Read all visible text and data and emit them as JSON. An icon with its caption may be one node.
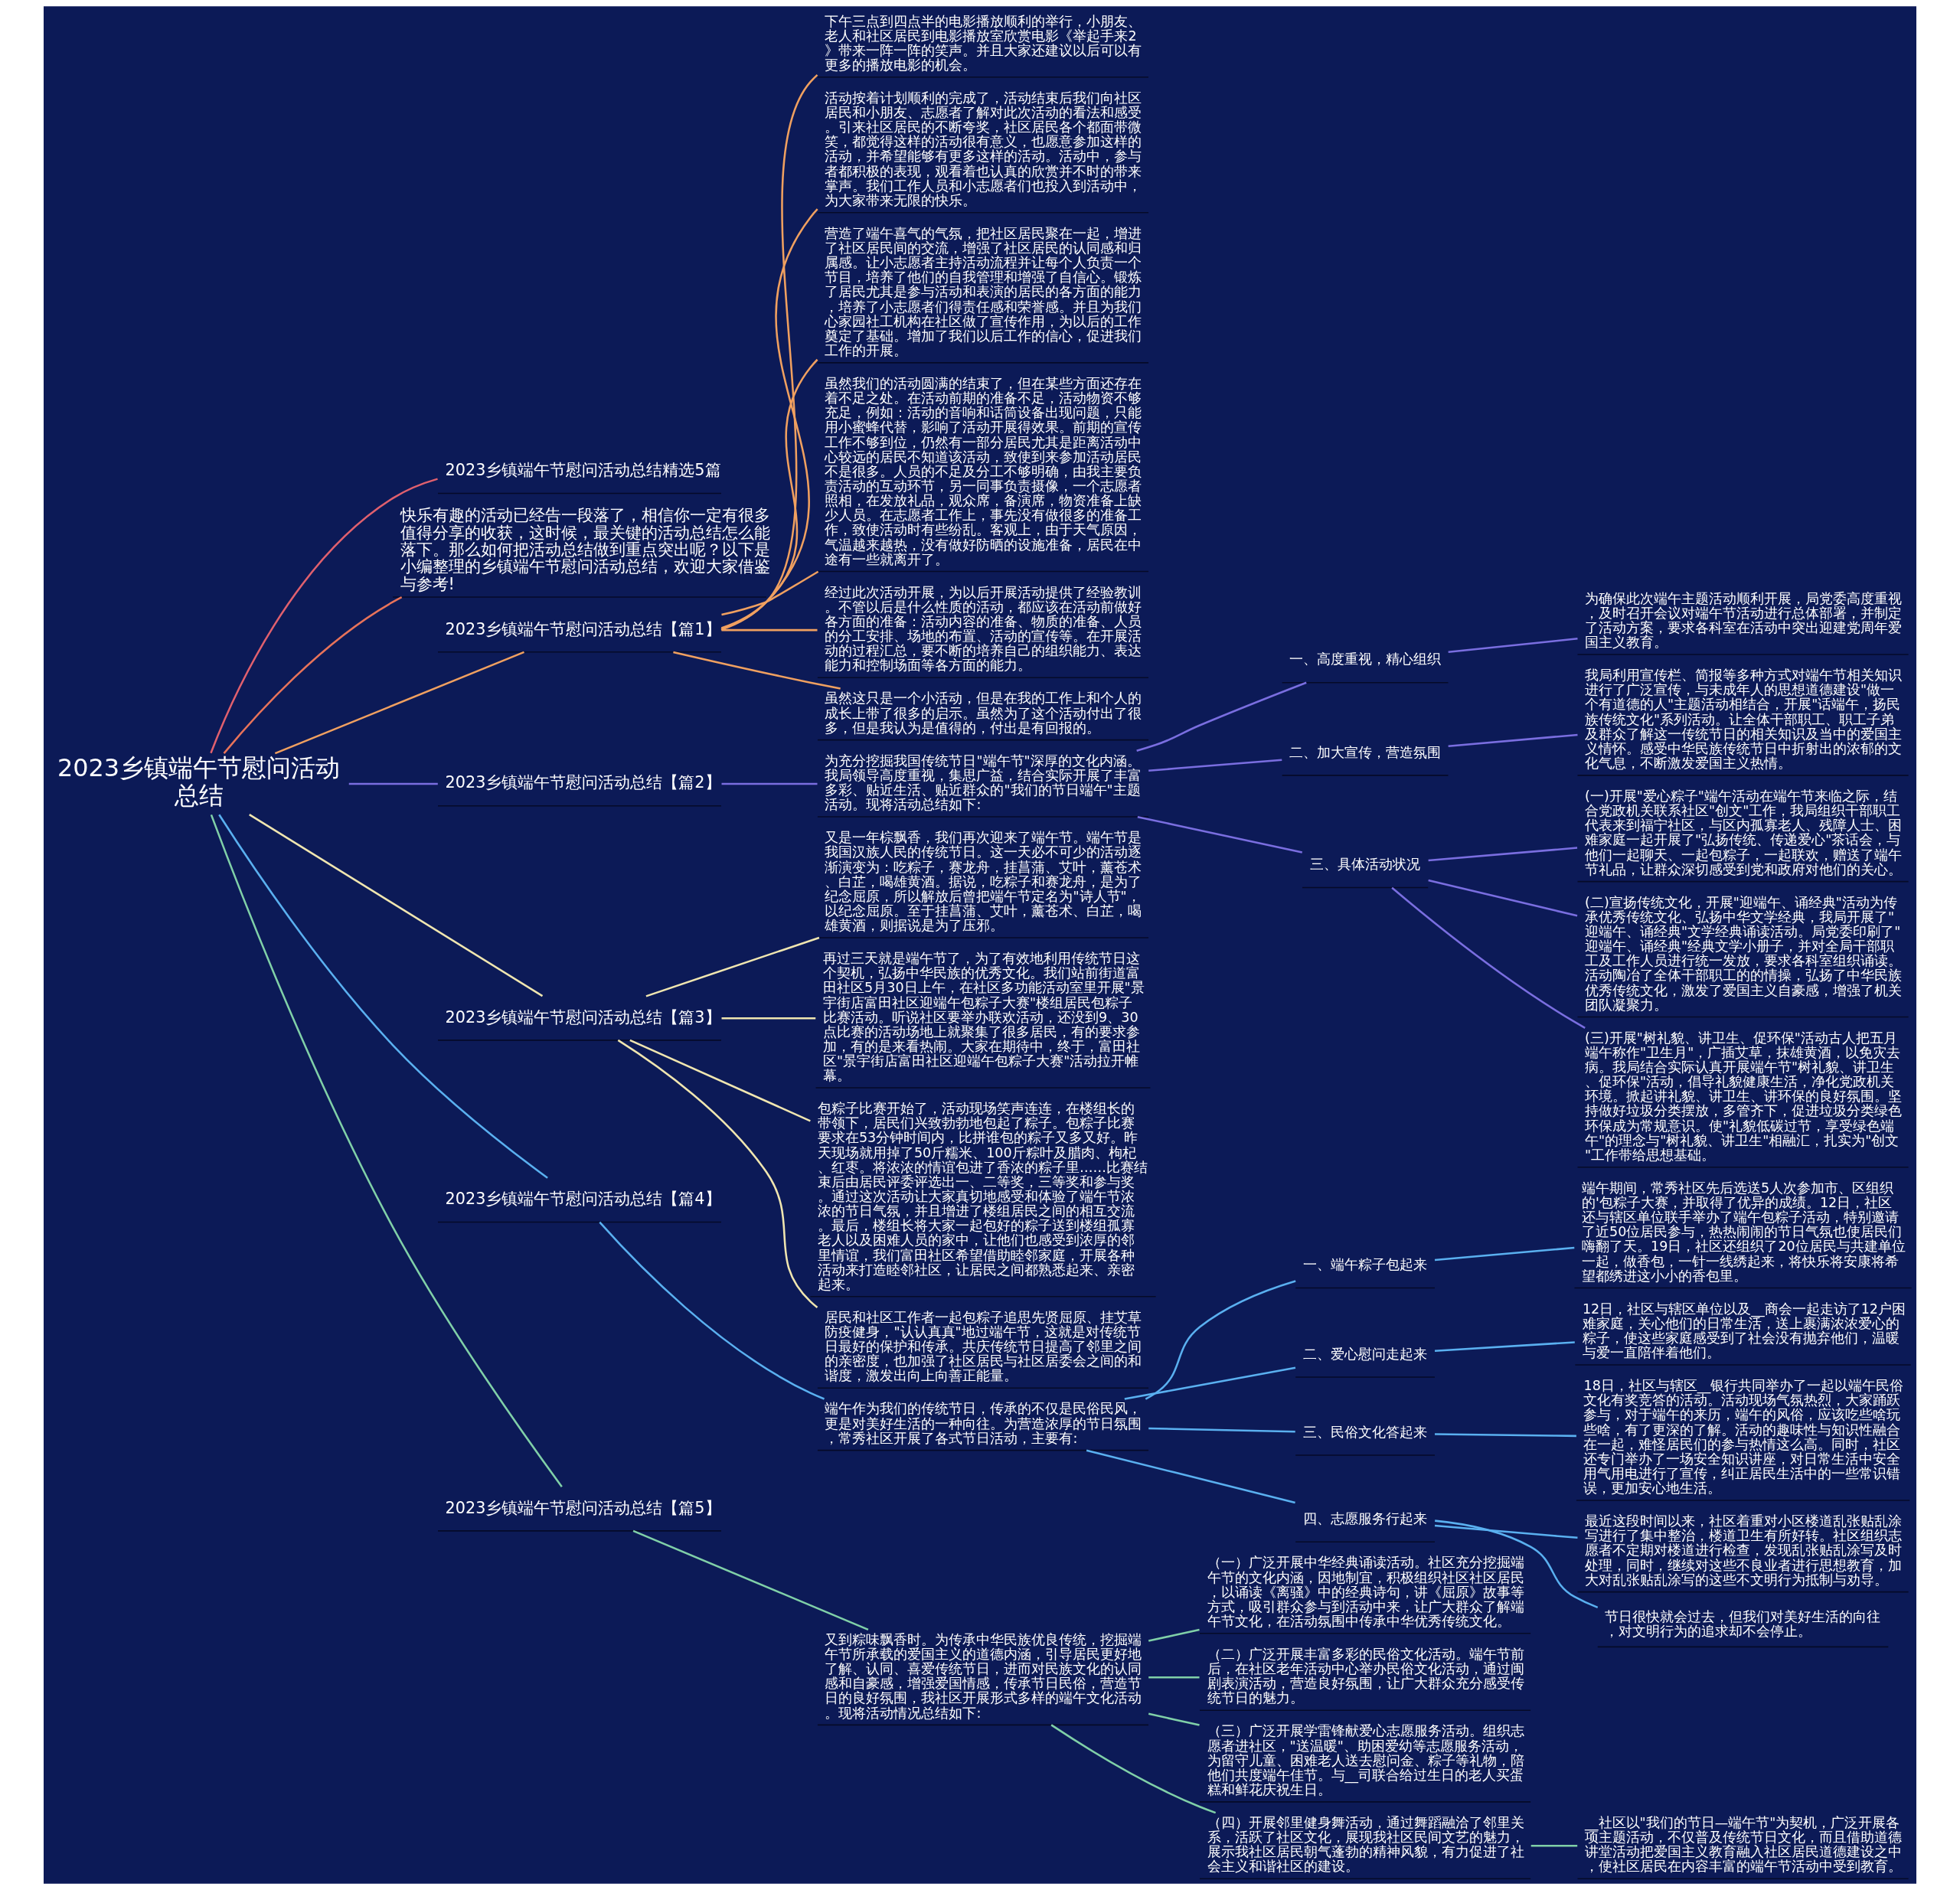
{
  "diagram": {
    "nodes": [
      {
        "text": [
          "2023乡镇端午节慰问活动总结"
        ]
      },
      {
        "text": [
          "2023乡镇端午节慰问活动总结精选5篇"
        ]
      },
      {
        "text": [
          "快乐有趣的活动已经告一段落了，相信你一定有很多值得分享的收获，这时候，最关键的活动总结怎么能落下。那么如何把活动总结做到重点突出呢？以下是小编整理的乡镇端午节慰问活动总结，欢迎大家借鉴与参考!"
        ]
      },
      {
        "text": [
          "2023乡镇端午节慰问活动总结【篇1】"
        ]
      },
      {
        "text": [
          "下午三点到四点半的电影播放顺利的举行，小朋友、老人和社区居民到电影播放室欣赏电影《举起手来2》带来一阵一阵的笑声。并且大家还建议以后可以有更多的播放电影的机会。"
        ]
      },
      {
        "text": [
          "活动按着计划顺利的完成了，活动结束后我们向社区居民和小朋友、志愿者了解对此次活动的看法和感受。引来社区居民的不断夸奖，社区居民各个都面带微笑，都觉得这样的活动很有意义，也愿意参加这样的活动，并希望能够有更多这样的活动。活动中，参与者都积极的表现，观看着也认真的欣赏并不时的带来掌声。我们工作人员和小志愿者们也投入到活动中，为大家带来无限的快乐。"
        ]
      },
      {
        "text": [
          "营造了端午喜气的气氛，把社区居民聚在一起，增进了社区居民间的交流，增强了社区居民的认同感和归属感。让小志愿者主持活动流程并让每个人负责一个节目，培养了他们的自我管理和增强了自信心。锻炼了居民尤其是参与活动和表演的居民的各方面的能力，培养了小志愿者们得责任感和荣誉感。并且为我们心家园社工机构在社区做了宣传作用，为以后的工作奠定了基础。增加了我们以后工作的信心，促进我们工作的开展。"
        ]
      },
      {
        "text": [
          "虽然我们的活动圆满的结束了，但在某些方面还存在着不足之处。在活动前期的准备不足，活动物资不够充足，例如：活动的音响和话筒设备出现问题，只能用小蜜蜂代替，影响了活动开展得效果。前期的宣传工作不够到位，仍然有一部分居民尤其是距离活动中心较远的居民不知道该活动，致使到来参加活动居民不是很多。人员的不足及分工不够明确，由我主要负责活动的互动环节，另一同事负责摄像，一个志愿者照相，在发放礼品，观众席，备演席，物资准备上缺少人员。在志愿者工作上，事先没有做很多的准备工作，致使活动时有些纷乱。客观上，由于天气原因，气温越来越热，没有做好防晒的设施准备，居民在中途有一些就离开了。"
        ]
      },
      {
        "text": [
          "经过此次活动开展，为以后开展活动提供了经验教训。不管以后是什么性质的活动，都应该在活动前做好各方面的准备：活动内容的准备、物质的准备、人员的分工安排、场地的布置、活动的宣传等。在开展活动的过程汇总，要不断的培养自己的组织能力、表达能力和控制场面等各方面的能力。"
        ]
      },
      {
        "text": [
          "虽然这只是一个小活动，但是在我的工作上和个人的成长上带了很多的启示。虽然为了这个活动付出了很多，但是我认为是值得的，付出是有回报的。"
        ]
      },
      {
        "text": [
          "2023乡镇端午节慰问活动总结【篇2】"
        ]
      },
      {
        "text": [
          "为充分挖掘我国传统节日\"端午节\"深厚的文化内涵。我局领导高度重视，集思广益，结合实际开展了丰富多彩、贴近生活、贴近群众的\"我们的节日端午\"主题活动。现将活动总结如下:"
        ]
      },
      {
        "text": [
          "一、高度重视，精心组织"
        ]
      },
      {
        "text": [
          "为确保此次端午主题活动顺利开展，局党委高度重视，及时召开会议对端午节活动进行总体部署，并制定了活动方案，要求各科室在活动中突出迎建党周年爱国主义教育。"
        ]
      },
      {
        "text": [
          "二、加大宣传，营造氛围"
        ]
      },
      {
        "text": [
          "我局利用宣传栏、简报等多种方式对端午节相关知识进行了广泛宣传，与未成年人的思想道德建设\"做一个有道德的人\"主题活动相结合，开展\"话端午，扬民族传统文化\"系列活动。让全体干部职工、职工子弟及群众了解这一传统节日的相关知识及当中的爱国主义情怀。感受中华民族传统节日中折射出的浓郁的文化气息，不断激发爱国主义热情。"
        ]
      },
      {
        "text": [
          "三、具体活动状况"
        ]
      },
      {
        "text": [
          "(一)开展\"爱心粽子\"端午活动在端午节来临之际，结合党政机关联系社区\"创文\"工作，我局组织干部职工代表来到福宁社区，与区内孤寡老人、残障人士、困难家庭一起开展了\"弘扬传统、传递爱心\"茶话会，与他们一起聊天、一起包粽子，一起联欢，赠送了端午节礼品，让群众深切感受到党和政府对他们的关心。"
        ]
      },
      {
        "text": [
          "(二)宣扬传统文化，开展\"迎端午、诵经典\"活动为传承优秀传统文化、弘扬中华文学经典，我局开展了\"迎端午、诵经典\"文学经典诵读活动。局党委印刷了\"迎端午、诵经典\"经典文学小册子，并对全局干部职工及工作人员进行统一发放，要求各科室组织诵读。活动陶冶了全体干部职工的的情操，弘扬了中华民族优秀传统文化，激发了爱国主义自豪感，增强了机关团队凝聚力。"
        ]
      },
      {
        "text": [
          "(三)开展\"树礼貌、讲卫生、促环保\"活动古人把五月端午称作\"卫生月\"，广插艾草，抹雄黄酒，以免灾去病。我局结合实际认真开展端午节\"树礼貌、讲卫生、促环保\"活动，倡导礼貌健康生活，净化党政机关环境。掀起讲礼貌、讲卫生、讲环保的良好氛围。坚持做好垃圾分类摆放，多管齐下，促进垃圾分类绿色环保成为常规意识。使\"礼貌低碳过节，享受绿色端午\"的理念与\"树礼貌、讲卫生\"相融汇，扎实为\"创文\"工作带给思想基础。"
        ]
      },
      {
        "text": [
          "2023乡镇端午节慰问活动总结【篇3】"
        ]
      },
      {
        "text": [
          "又是一年棕飘香，我们再次迎来了端午节。端午节是我国汉族人民的传统节日。这一天必不可少的活动逐渐演变为：吃粽子，赛龙舟，挂菖蒲、艾叶，薰苍术、白芷，喝雄黄酒。据说，吃粽子和赛龙舟，是为了纪念屈原，所以解放后曾把端午节定名为\"诗人节\"，以纪念屈原。至于挂菖蒲、艾叶，薰苍术、白芷，喝雄黄酒，则据说是为了压邪。"
        ]
      },
      {
        "text": [
          "再过三天就是端午节了，为了有效地利用传统节日这个契机，弘扬中华民族的优秀文化。我们站前街道富田社区5月30日上午，在社区多功能活动室里开展\"景宇街店富田社区迎端午包粽子大赛\"楼组居民包粽子比赛活动。听说社区要举办联欢活动，还没到9、30点比赛的活动场地上就聚集了很多居民，有的要求参加，有的是来看热闹。大家在期待中，终于，富田社区\"景宇街店富田社区迎端午包粽子大赛\"活动拉开帷幕。"
        ]
      },
      {
        "text": [
          "包粽子比赛开始了，活动现场笑声连连，在楼组长的带领下，居民们兴致勃勃地包起了粽子。包粽子比赛要求在53分钟时间内，比拼谁包的粽子又多又好。昨天现场就用掉了50斤糯米、100斤粽叶及腊肉、枸杞、红枣。将浓浓的情谊包进了香浓的粽子里……比赛结束后由居民评委评选出一、二等奖，三等奖和参与奖。通过这次活动让大家真切地感受和体验了端午节浓浓的节日气氛，并且增进了楼组居民之间的相互交流。最后，楼组长将大家一起包好的粽子送到楼组孤寡老人以及困难人员的家中，让他们也感受到浓厚的邻里情谊，我们富田社区希望借助睦邻家庭，开展各种活动来打造睦邻社区，让居民之间都熟悉起来、亲密起来。"
        ]
      },
      {
        "text": [
          "居民和社区工作者一起包粽子追思先贤屈原、挂艾草防疫健身，\"认认真真\"地过端午节，这就是对传统节日最好的保护和传承。共庆传统节日提高了邻里之间的亲密度，也加强了社区居民与社区居委会之间的和谐度，激发出向上向善正能量。"
        ]
      },
      {
        "text": [
          "2023乡镇端午节慰问活动总结【篇4】"
        ]
      },
      {
        "text": [
          "端午作为我们的传统节日，传承的不仅是民俗民风，更是对美好生活的一种向往。为营造浓厚的节日氛围，常秀社区开展了各式节日活动，主要有:"
        ]
      },
      {
        "text": [
          "一、端午粽子包起来"
        ]
      },
      {
        "text": [
          "端午期间，常秀社区先后选送5人次参加市、区组织的'包粽子大赛，并取得了优异的成绩。12日，社区还与辖区单位联手举办了端午包粽子活动，特别邀请了近50位居民参与，热热闹闹的节日气氛也使居民们嗨翻了天。19日，社区还组织了20位居民与共建单位一起，做香包，一针一线绣起来，将快乐将安康将希望都绣进这小小的香包里。"
        ]
      },
      {
        "text": [
          "二、爱心慰问走起来"
        ]
      },
      {
        "text": [
          "12日，社区与辖区单位以及__商会一起走访了12户困难家庭，关心他们的日常生活，送上裹满浓浓爱心的粽子，使这些家庭感受到了社会没有抛弃他们，温暖与爱一直陪伴着他们。"
        ]
      },
      {
        "text": [
          "三、民俗文化答起来"
        ]
      },
      {
        "text": [
          "18日，社区与辖区__银行共同举办了一起以端午民俗文化有奖竞答的活动。活动现场气氛热烈，大家踊跃参与，对于端午的来历，端午的风俗，应该吃些啥玩些啥，有了更深的了解。活动的趣味性与知识性融合在一起，难怪居民们的参与热情这么高。同时，社区还专门举办了一场安全知识讲座，对日常生活中安全用气用电进行了宣传，纠正居民生活中的一些常识错误，更加安心地生活。"
        ]
      },
      {
        "text": [
          "四、志愿服务行起来"
        ]
      },
      {
        "text": [
          "最近这段时间以来，社区着重对小区楼道乱张贴乱涂写进行了集中整治，楼道卫生有所好转。社区组织志愿者不定期对楼道进行检查，发现乱张贴乱涂写及时处理，同时，继续对这些不良业者进行思想教育，加大对乱张贴乱涂写的这些不文明行为抵制与劝导。"
        ]
      },
      {
        "text": [
          "节日很快就会过去，但我们对美好生活的向往，对文明行为的追求却不会停止。"
        ]
      },
      {
        "text": [
          "2023乡镇端午节慰问活动总结【篇5】"
        ]
      },
      {
        "text": [
          "又到粽味飘香时。为传承中华民族优良传统，挖掘端午节所承载的爱国主义的道德内涵，引导居民更好地了解、认同、喜爱传统节日，进而对民族文化的认同感和自豪感，增强爱国情感，传承节日民俗，营造节日的良好氛围，我社区开展形式多样的端午文化活动。现将活动情况总结如下:"
        ]
      },
      {
        "text": [
          "（一）广泛开展中华经典诵读活动。社区充分挖掘端午节的文化内涵，因地制宜，积极组织社区社区居民，以诵读《离骚》中的经典诗句，讲《屈原》故事等方式，吸引群众参与到活动中来，让广大群众了解端午节文化，在活动氛围中传承中华优秀传统文化。"
        ]
      },
      {
        "text": [
          "（二）广泛开展丰富多彩的民俗文化活动。端午节前后，在社区老年活动中心举办民俗文化活动，通过闽剧表演活动，营造良好氛围，让广大群众充分感受传统节日的魅力。"
        ]
      },
      {
        "text": [
          "（三）广泛开展学雷锋献爱心志愿服务活动。组织志愿者进社区，\"送温暖\"、助困爱幼等志愿服务活动，为留守儿童、困难老人送去慰问金、粽子等礼物，陪他们共度端午佳节。与__司联合给过生日的老人买蛋糕和鲜花庆祝生日。"
        ]
      },
      {
        "text": [
          "（四）开展邻里健身舞活动，通过舞蹈融洽了邻里关系，活跃了社区文化，展现我社区民间文艺的魅力，展示我社区居民朝气蓬勃的精神风貌，有力促进了社会主义和谐社区的建设。"
        ]
      },
      {
        "text": [
          "__社区以\"我们的节日—端午节\"为契机，广泛开展各项主题活动，不仅普及传统节日文化，而且借助道德讲堂活动把爱国主义教育融入社区居民道德建设之中，使社区居民在内容丰富的端午节活动中受到教育。"
        ]
      }
    ],
    "edges": [
      {
        "from": 0,
        "to": 1,
        "arrow": "none",
        "color": "#e0606e"
      },
      {
        "from": 0,
        "to": 2,
        "arrow": "none",
        "color": "#e8735a"
      },
      {
        "from": 0,
        "to": 3,
        "arrow": "none",
        "color": "#f0a060"
      },
      {
        "from": 3,
        "to": 4,
        "arrow": "none",
        "color": "#f0a060"
      },
      {
        "from": 3,
        "to": 5,
        "arrow": "none",
        "color": "#f0a060"
      },
      {
        "from": 3,
        "to": 6,
        "arrow": "none",
        "color": "#f0a060"
      },
      {
        "from": 3,
        "to": 7,
        "arrow": "none",
        "color": "#f0a060"
      },
      {
        "from": 3,
        "to": 8,
        "arrow": "none",
        "color": "#f0a060"
      },
      {
        "from": 3,
        "to": 9,
        "arrow": "none",
        "color": "#f0a060"
      },
      {
        "from": 0,
        "to": 10,
        "arrow": "none",
        "color": "#7a6ee0"
      },
      {
        "from": 10,
        "to": 11,
        "arrow": "none",
        "color": "#7a6ee0"
      },
      {
        "from": 11,
        "to": 12,
        "arrow": "none",
        "color": "#7a6ee0"
      },
      {
        "from": 12,
        "to": 13,
        "arrow": "none",
        "color": "#7a6ee0"
      },
      {
        "from": 11,
        "to": 14,
        "arrow": "none",
        "color": "#7a6ee0"
      },
      {
        "from": 14,
        "to": 15,
        "arrow": "none",
        "color": "#7a6ee0"
      },
      {
        "from": 11,
        "to": 16,
        "arrow": "none",
        "color": "#7a6ee0"
      },
      {
        "from": 16,
        "to": 17,
        "arrow": "none",
        "color": "#7a6ee0"
      },
      {
        "from": 16,
        "to": 18,
        "arrow": "none",
        "color": "#7a6ee0"
      },
      {
        "from": 16,
        "to": 19,
        "arrow": "none",
        "color": "#7a6ee0"
      },
      {
        "from": 0,
        "to": 20,
        "arrow": "none",
        "color": "#f0e6b0"
      },
      {
        "from": 20,
        "to": 21,
        "arrow": "none",
        "color": "#f0e6b0"
      },
      {
        "from": 20,
        "to": 22,
        "arrow": "none",
        "color": "#f0e6b0"
      },
      {
        "from": 20,
        "to": 23,
        "arrow": "none",
        "color": "#f0e6b0"
      },
      {
        "from": 20,
        "to": 24,
        "arrow": "none",
        "color": "#f0e6b0"
      },
      {
        "from": 0,
        "to": 25,
        "arrow": "none",
        "color": "#5ab0f0"
      },
      {
        "from": 25,
        "to": 26,
        "arrow": "none",
        "color": "#5ab0f0"
      },
      {
        "from": 26,
        "to": 27,
        "arrow": "none",
        "color": "#5ab0f0"
      },
      {
        "from": 27,
        "to": 28,
        "arrow": "none",
        "color": "#5ab0f0"
      },
      {
        "from": 26,
        "to": 29,
        "arrow": "none",
        "color": "#5ab0f0"
      },
      {
        "from": 29,
        "to": 30,
        "arrow": "none",
        "color": "#5ab0f0"
      },
      {
        "from": 26,
        "to": 31,
        "arrow": "none",
        "color": "#5ab0f0"
      },
      {
        "from": 31,
        "to": 32,
        "arrow": "none",
        "color": "#5ab0f0"
      },
      {
        "from": 26,
        "to": 33,
        "arrow": "none",
        "color": "#5ab0f0"
      },
      {
        "from": 33,
        "to": 34,
        "arrow": "none",
        "color": "#5ab0f0"
      },
      {
        "from": 33,
        "to": 35,
        "arrow": "none",
        "color": "#5ab0f0"
      },
      {
        "from": 0,
        "to": 36,
        "arrow": "none",
        "color": "#80d0a8"
      },
      {
        "from": 36,
        "to": 37,
        "arrow": "none",
        "color": "#80d0a8"
      },
      {
        "from": 37,
        "to": 38,
        "arrow": "none",
        "color": "#80d0a8"
      },
      {
        "from": 37,
        "to": 39,
        "arrow": "none",
        "color": "#80d0a8"
      },
      {
        "from": 37,
        "to": 40,
        "arrow": "none",
        "color": "#80d0a8"
      },
      {
        "from": 37,
        "to": 41,
        "arrow": "none",
        "color": "#80d0a8"
      },
      {
        "from": 41,
        "to": 42,
        "arrow": "none",
        "color": "#80d0a8"
      }
    ]
  }
}
